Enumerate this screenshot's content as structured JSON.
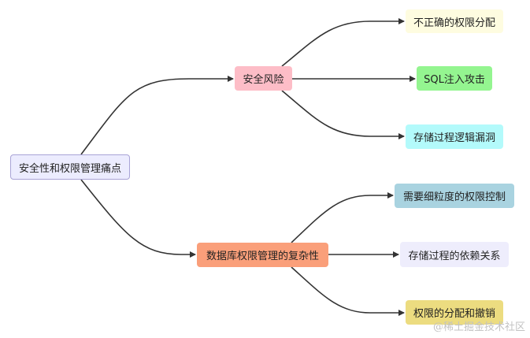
{
  "root": {
    "label": "安全性和权限管理痛点"
  },
  "branches": [
    {
      "label": "安全风险",
      "color": "#fdbdc7",
      "children": [
        {
          "label": "不正确的权限分配",
          "color": "#fefce0"
        },
        {
          "label": "SQL注入攻击",
          "color": "#94f590"
        },
        {
          "label": "存储过程逻辑漏洞",
          "color": "#b3fafb"
        }
      ]
    },
    {
      "label": "数据库权限管理的复杂性",
      "color": "#fa9f7a",
      "children": [
        {
          "label": "需要细粒度的权限控制",
          "color": "#a9d3e0"
        },
        {
          "label": "存储过程的依赖关系",
          "color": "#eeedfc"
        },
        {
          "label": "权限的分配和撤销",
          "color": "#ecdc80"
        }
      ]
    }
  ],
  "watermark": "@稀土掘金技术社区"
}
